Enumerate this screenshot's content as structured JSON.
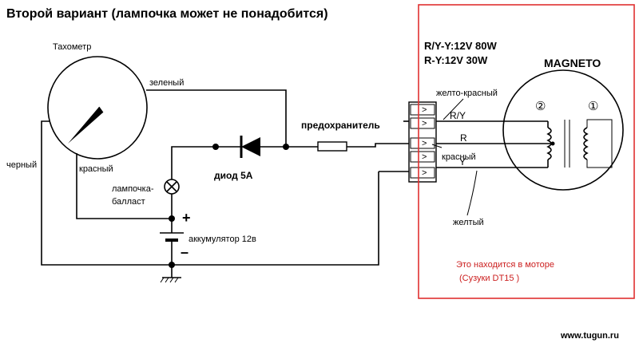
{
  "title": "Второй вариант (лампочка может не понадобится)",
  "labels": {
    "tachometer": "Тахометр",
    "green": "зеленый",
    "black": "черный",
    "red": "красный",
    "lamp": "лампочка-",
    "lamp2": "балласт",
    "diode": "диод 5А",
    "fuse": "предохранитель",
    "battery": "аккумулятор 12в",
    "plus": "+",
    "minus": "–",
    "yellow_red": "желто-красный",
    "red_wire": "красный",
    "yellow": "желтый"
  },
  "magneto": {
    "rating1": "R/Y-Y:12V 80W",
    "rating2": "R-Y:12V 30W",
    "title": "MAGNETO",
    "coil2": "②",
    "coil1": "①",
    "term_ry": "R/Y",
    "term_r": "R",
    "term_y": "Y",
    "note1": "Это находится в моторе",
    "note2": "(Сузуки DT15 )"
  },
  "watermark": "www.tugun.ru",
  "colors": {
    "frame": "#e03030",
    "note": "#cc2020",
    "ink": "#000000"
  }
}
